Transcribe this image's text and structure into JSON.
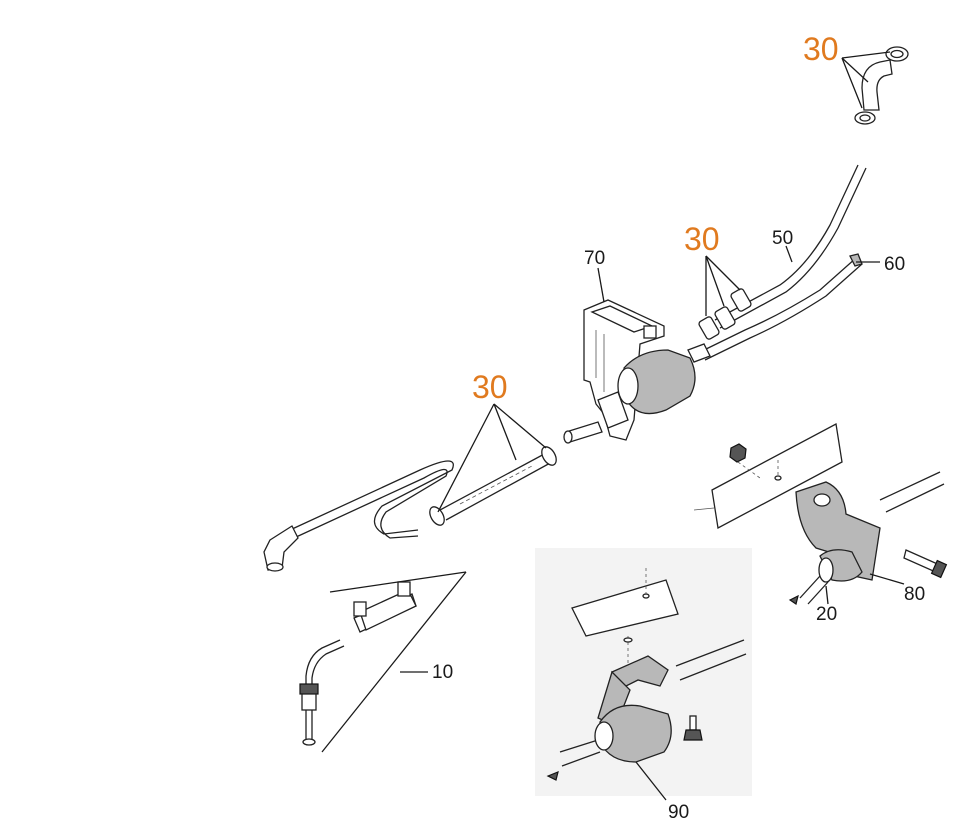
{
  "callouts": {
    "c10": "10",
    "c20": "20",
    "c30_top": "30",
    "c30_mid": "30",
    "c30_left": "30",
    "c50": "50",
    "c60": "60",
    "c70": "70",
    "c80": "80",
    "c90": "90"
  },
  "colors": {
    "highlight": "#e07a1f",
    "line": "#1a1a1a",
    "inset_background": "#f3f3f3"
  }
}
